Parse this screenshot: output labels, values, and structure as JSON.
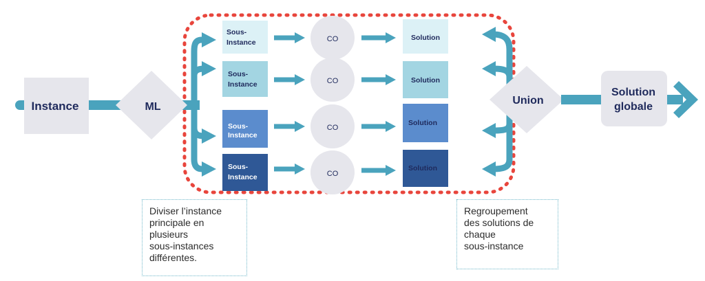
{
  "nodes": {
    "instance": "Instance",
    "ml": "ML",
    "union": "Union",
    "solution_globale": [
      "Solution",
      "globale"
    ]
  },
  "rows": [
    {
      "sub": [
        "Sous-",
        "Instance"
      ],
      "co": "CO",
      "solution": "Solution"
    },
    {
      "sub": [
        "Sous-",
        "Instance"
      ],
      "co": "CO",
      "solution": "Solution"
    },
    {
      "sub": [
        "Sous-",
        "Instance"
      ],
      "co": "CO",
      "solution": "Solution"
    },
    {
      "sub": [
        "Sous-",
        "Instance"
      ],
      "co": "CO",
      "solution": "Solution"
    }
  ],
  "notes": {
    "left": [
      "Diviser l’instance",
      "principale en",
      "plusieurs",
      "sous-instances",
      "différentes."
    ],
    "right": [
      "Regroupement",
      "des solutions de",
      "chaque",
      "sous-instance"
    ]
  },
  "colors": {
    "arrow": "#4aa3bd",
    "node_gray": "#e6e6ec",
    "dotted_red": "#e8453c",
    "sub_fill": [
      "#dcf1f6",
      "#a3d5e2",
      "#5b8ccd",
      "#2f5896"
    ],
    "sol_fill": [
      "#dcf1f6",
      "#a3d5e2",
      "#5b8ccd",
      "#2f5896"
    ],
    "dark_text": "#1f2a5c",
    "light_text": "#ffffff"
  }
}
